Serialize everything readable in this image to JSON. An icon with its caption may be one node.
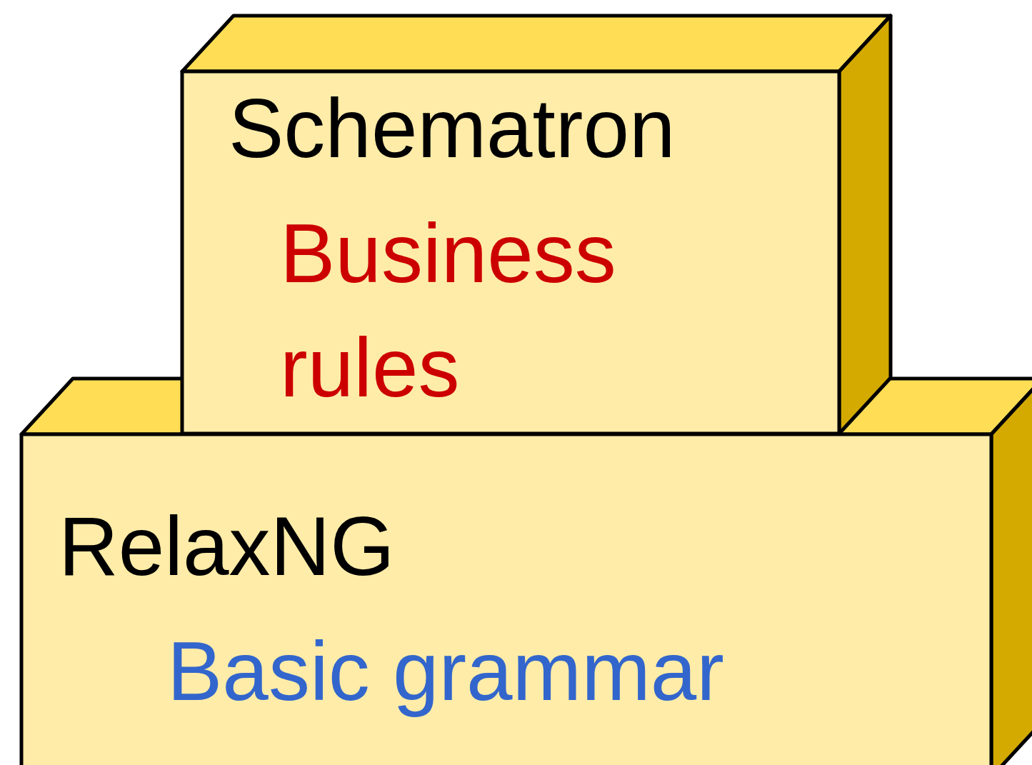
{
  "diagram": {
    "nodes": [
      {
        "text": [
          "Schematron",
          "Business rules"
        ]
      },
      {
        "text": [
          "RelaxNG",
          "Basic grammar"
        ]
      }
    ]
  }
}
